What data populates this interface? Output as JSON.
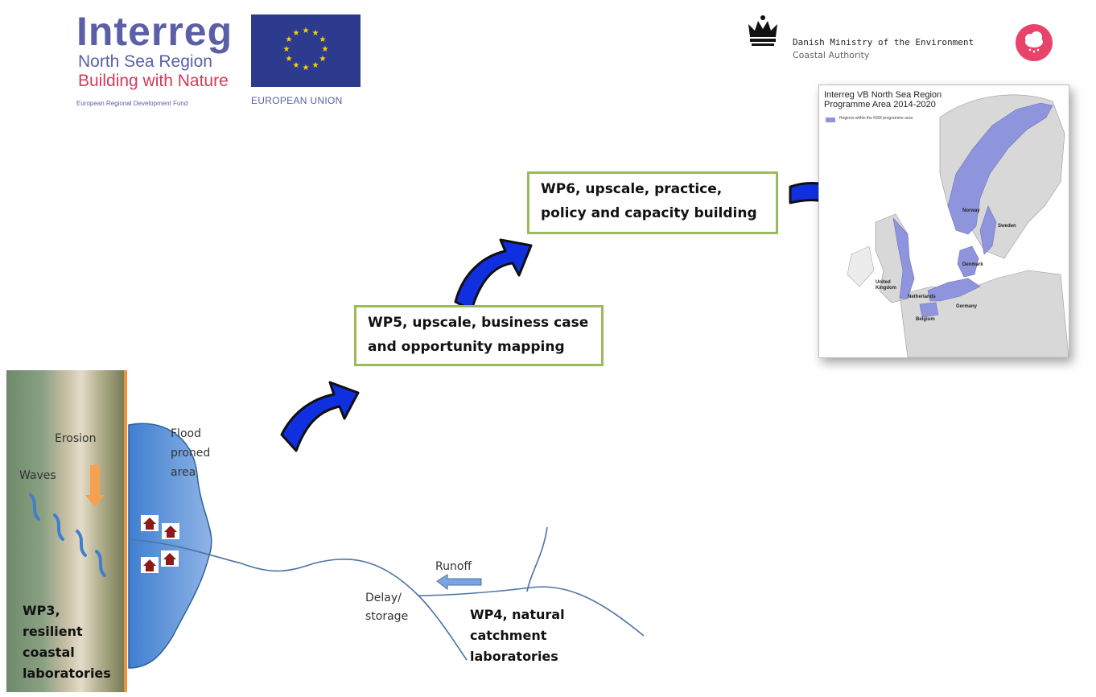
{
  "logos": {
    "interreg": {
      "title": "Interreg",
      "region": "North Sea Region",
      "project": "Building with Nature",
      "fund": "European Regional Development Fund"
    },
    "eu": {
      "label": "EUROPEAN UNION"
    },
    "ministry": {
      "name": "Danish Ministry of the Environment",
      "subtitle": "Coastal Authority"
    }
  },
  "boxes": {
    "wp6": {
      "line1": "WP6, upscale, practice,",
      "line2": "policy and capacity building"
    },
    "wp5": {
      "line1": "WP5, upscale, business case",
      "line2": "and opportunity mapping"
    }
  },
  "map": {
    "title_line1": "Interreg VB North Sea Region",
    "title_line2": "Programme Area 2014-2020",
    "legend": "Regions within the NSR programme area",
    "countries": [
      "Norway",
      "Sweden",
      "Denmark",
      "United Kingdom",
      "Netherlands",
      "Germany",
      "Belgium"
    ]
  },
  "scene": {
    "erosion": "Erosion",
    "waves": "Waves",
    "flood_line1": "Flood",
    "flood_line2": "proned",
    "flood_line3": "area",
    "runoff": "Runoff",
    "delay_line1": "Delay/",
    "delay_line2": "storage",
    "wp3_line1": "WP3,",
    "wp3_line2": "resilient",
    "wp3_line3": "coastal",
    "wp3_line4": "laboratories",
    "wp4_line1": "WP4, natural",
    "wp4_line2": "catchment",
    "wp4_line3": "laboratories"
  },
  "colors": {
    "box_border": "#9bbb59",
    "arrow_blue": "#1030e0",
    "interreg_blue": "#5b5fa8",
    "interreg_red": "#d7395a",
    "programme_area": "#8f95dc",
    "flood_water": "#6e9fdd",
    "sea_wall": "#f0923a"
  }
}
